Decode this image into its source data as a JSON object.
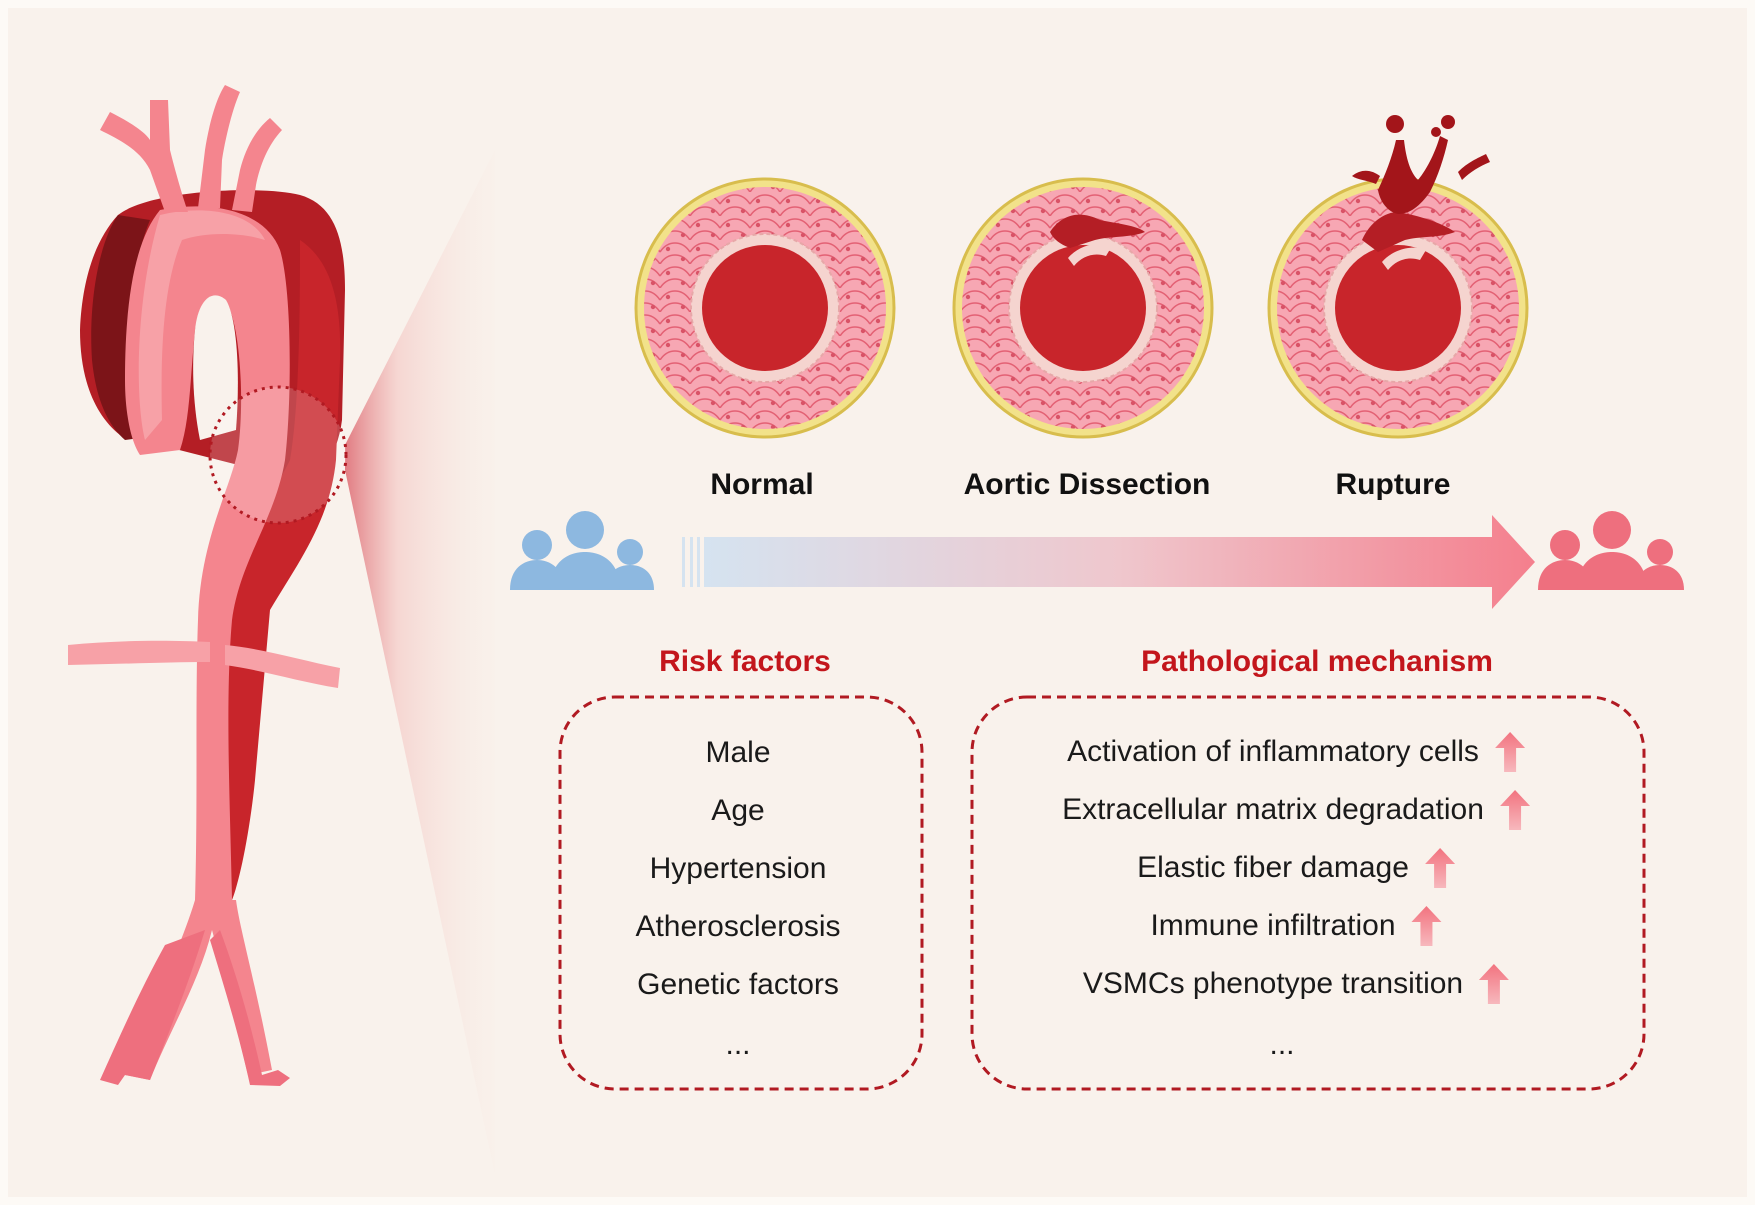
{
  "stages": {
    "normal": "Normal",
    "dissection": "Aortic Dissection",
    "rupture": "Rupture"
  },
  "risk_factors": {
    "title": "Risk factors",
    "items": [
      "Male",
      "Age",
      "Hypertension",
      "Atherosclerosis",
      "Genetic factors"
    ],
    "more": "..."
  },
  "mechanism": {
    "title": "Pathological mechanism",
    "items": [
      "Activation of inflammatory cells",
      "Extracellular matrix degradation",
      "Elastic fiber damage",
      "Immune infiltration",
      "VSMCs phenotype transition"
    ],
    "more": "..."
  },
  "colors": {
    "background": "#fdfaf6",
    "accent_red": "#c3161c",
    "aorta_light": "#f4858e",
    "aorta_dark": "#c8252b",
    "healthy_blue": "#8db8e0",
    "sick_pink": "#ee6f7e"
  },
  "icons": {
    "healthy_group": "people-group-icon",
    "sick_group": "people-group-icon",
    "increase": "up-arrow-icon"
  }
}
